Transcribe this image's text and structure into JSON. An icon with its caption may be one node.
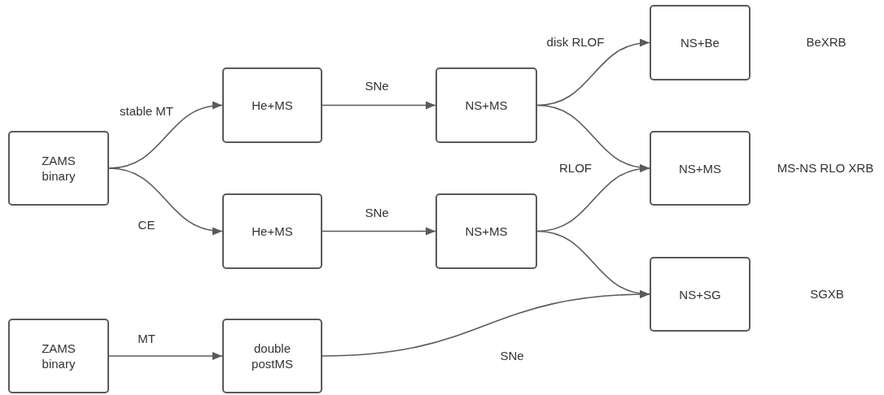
{
  "diagram": {
    "nodes": [
      {
        "text": [
          "ZAMS binary"
        ]
      },
      {
        "text": [
          "He+MS"
        ]
      },
      {
        "text": [
          "He+MS"
        ]
      },
      {
        "text": [
          "ZAMS binary"
        ]
      },
      {
        "text": [
          "double postMS"
        ]
      },
      {
        "text": [
          "NS+MS"
        ]
      },
      {
        "text": [
          "NS+MS"
        ]
      },
      {
        "text": [
          "NS+Be"
        ]
      },
      {
        "text": [
          "NS+MS"
        ]
      },
      {
        "text": [
          "NS+SG"
        ]
      }
    ],
    "labels": [
      "BeXRB",
      "MS-NS RLO XRB",
      "SGXB"
    ],
    "edges": [
      {
        "from": 0,
        "to": 1,
        "arrow": "to",
        "label": "stable MT"
      },
      {
        "from": 0,
        "to": 2,
        "arrow": "to",
        "label": "CE"
      },
      {
        "from": 1,
        "to": 5,
        "arrow": "to",
        "label": "SNe"
      },
      {
        "from": 2,
        "to": 6,
        "arrow": "to",
        "label": "SNe"
      },
      {
        "from": 3,
        "to": 4,
        "arrow": "to",
        "label": "MT"
      },
      {
        "from": 5,
        "to": 7,
        "arrow": "to",
        "label": "disk RLOF"
      },
      {
        "from": 5,
        "to": 8,
        "arrow": "to"
      },
      {
        "from": 6,
        "to": 8,
        "arrow": "to",
        "label": "RLOF"
      },
      {
        "from": 6,
        "to": 9,
        "arrow": "to"
      },
      {
        "from": 4,
        "to": 9,
        "arrow": "to",
        "label": "SNe"
      }
    ]
  }
}
